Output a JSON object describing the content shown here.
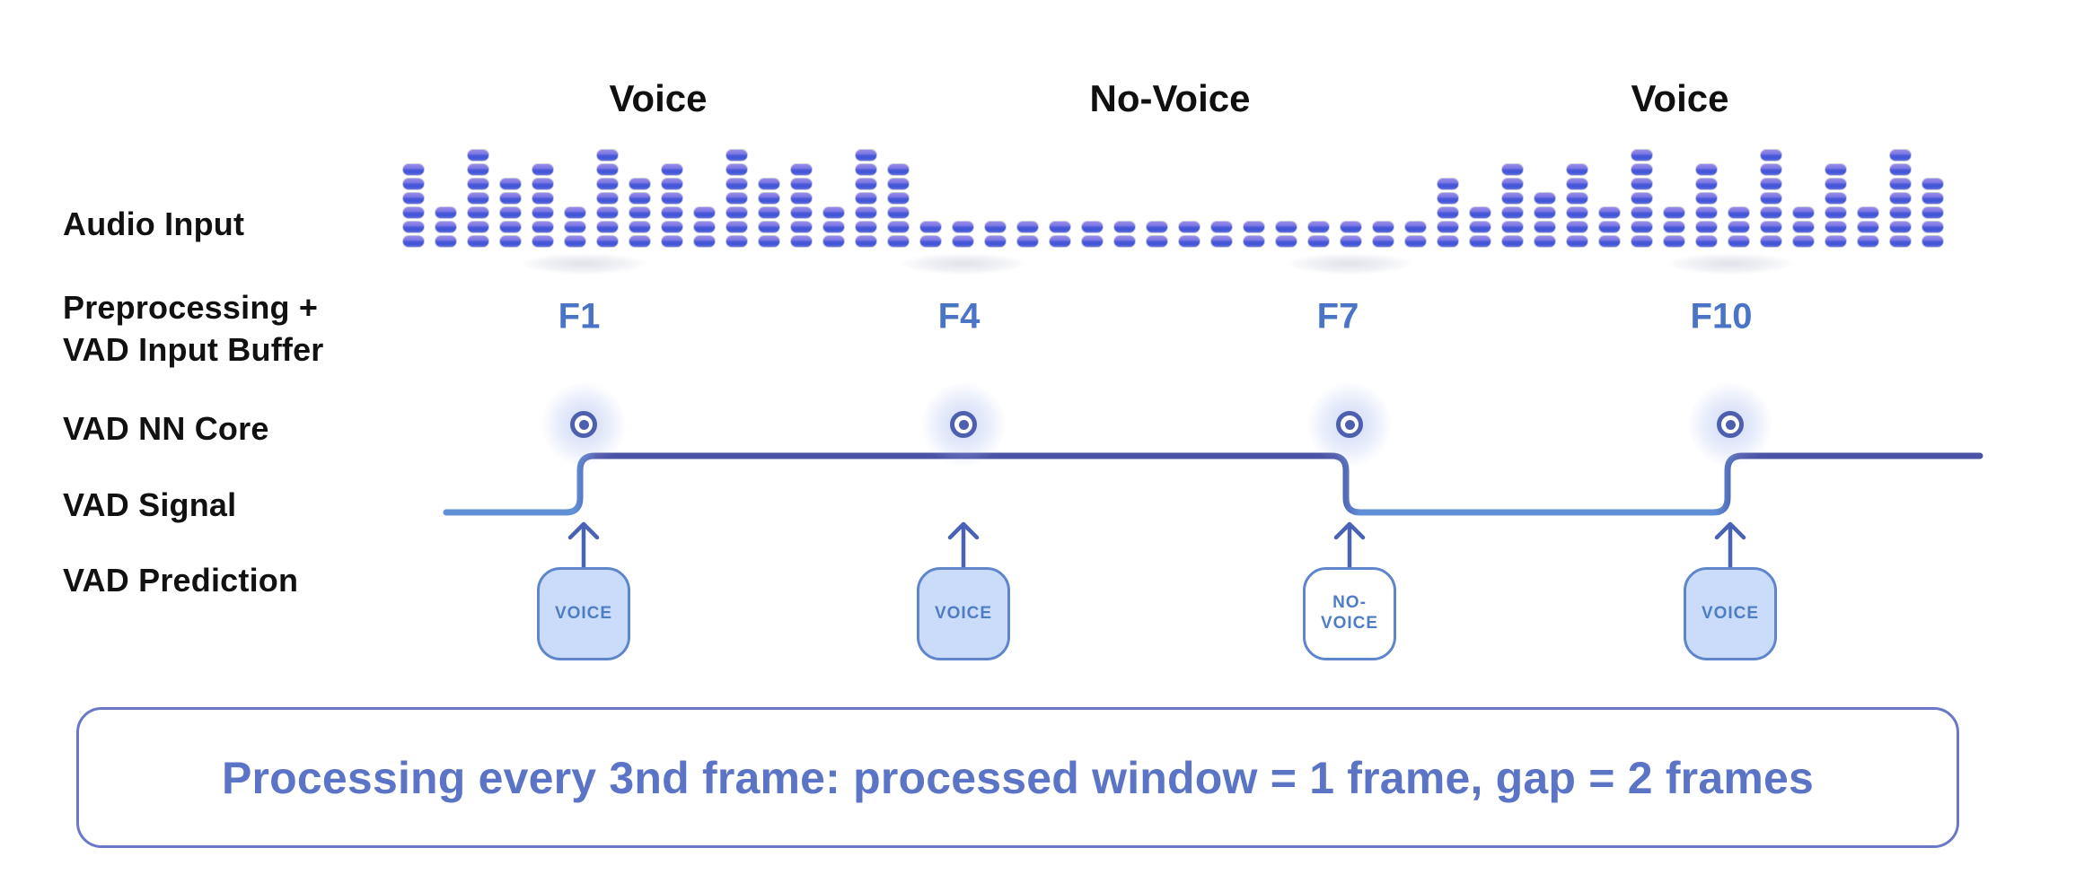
{
  "title_headers": [
    "Voice",
    "No-Voice",
    "Voice"
  ],
  "row_labels": {
    "audio_input": "Audio Input",
    "preprocessing_1": "Preprocessing +",
    "preprocessing_2": "VAD Input Buffer",
    "nn_core": "VAD NN Core",
    "signal": "VAD Signal",
    "prediction": "VAD Prediction"
  },
  "frames": [
    {
      "label": "F1",
      "prediction": "VOICE",
      "style": "filled"
    },
    {
      "label": "F4",
      "prediction": "VOICE",
      "style": "filled"
    },
    {
      "label": "F7",
      "prediction": "NO-\nVOICE",
      "style": "outline"
    },
    {
      "label": "F10",
      "prediction": "VOICE",
      "style": "filled"
    }
  ],
  "signal_segments": [
    {
      "level": "low",
      "from": "start",
      "to": "F1"
    },
    {
      "level": "high",
      "from": "F1",
      "to": "F7"
    },
    {
      "level": "low",
      "from": "F7",
      "to": "F10"
    },
    {
      "level": "high",
      "from": "F10",
      "to": "end"
    }
  ],
  "audio_bars": {
    "segments": [
      {
        "label": "Voice",
        "heights": [
          6,
          3,
          7,
          5,
          6,
          3,
          7,
          5,
          6,
          3,
          7,
          5,
          6,
          3,
          7,
          6
        ]
      },
      {
        "label": "No-Voice",
        "heights": [
          2,
          2,
          2,
          2,
          2,
          2,
          2,
          2,
          2,
          2,
          2,
          2,
          2,
          2,
          2,
          2
        ]
      },
      {
        "label": "Voice",
        "heights": [
          5,
          3,
          6,
          4,
          6,
          3,
          7,
          3,
          6,
          3,
          7,
          3,
          6,
          3,
          7,
          5
        ]
      }
    ]
  },
  "footer": {
    "text": "Processing every 3nd frame: processed window = 1 frame, gap = 2 frames"
  },
  "colors": {
    "label_text": "#111111",
    "frame_label": "#4a74c6",
    "signal_high": "#4a53a5",
    "signal_low": "#6190d6",
    "arrow": "#4a62b4",
    "nn_icon": "#4d5fae",
    "pred_fill": "#cadcfa",
    "pred_border": "#5f86cb",
    "pred_text": "#4f7dc5",
    "footer_text": "#5b74c6",
    "footer_border": "#6b77c7",
    "bead_top": "#958ce9",
    "bead_bottom": "#3f55d6"
  }
}
